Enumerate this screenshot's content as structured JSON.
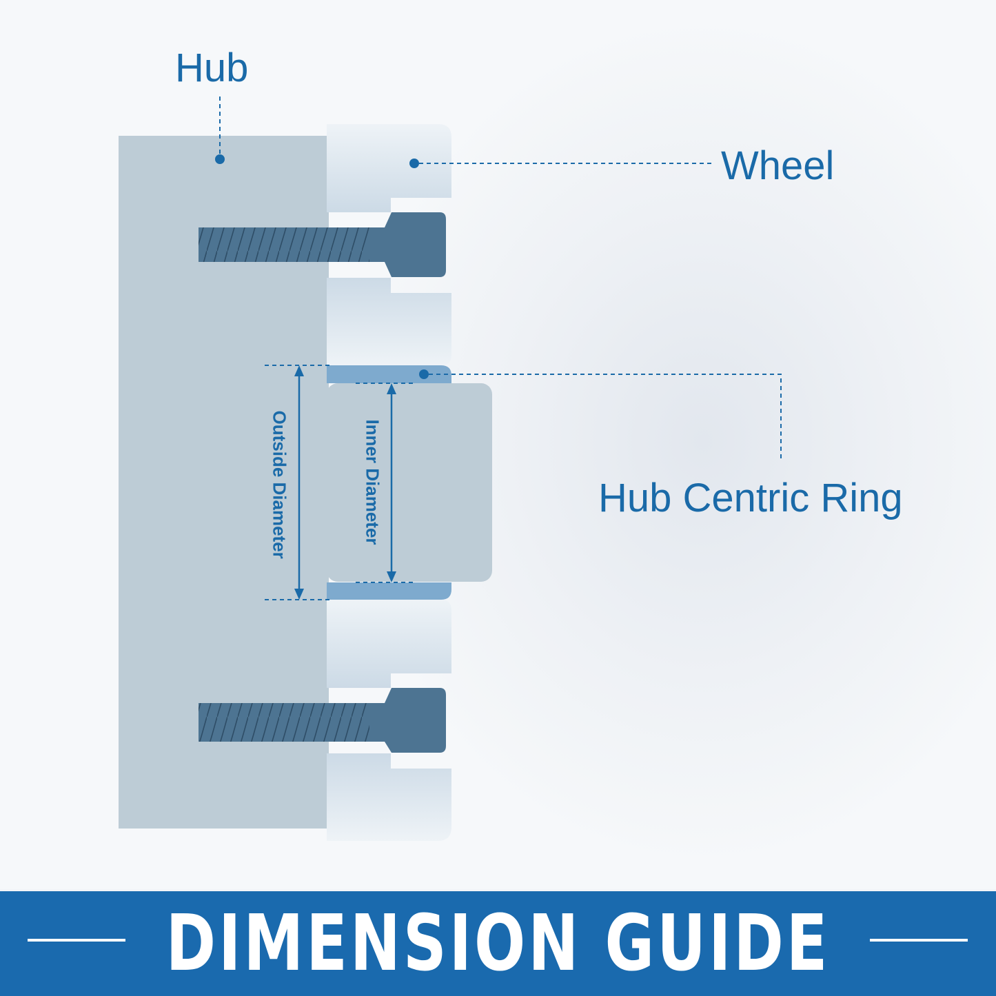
{
  "labels": {
    "hub": "Hub",
    "wheel": "Wheel",
    "ring": "Hub Centric Ring",
    "outside_diameter": "Outside Diameter",
    "inner_diameter": "Inner Diameter"
  },
  "banner": {
    "title": "DIMENSION GUIDE"
  },
  "colors": {
    "accent": "#1a6aa8",
    "banner": "#1a6aae",
    "hub": "#bdccd6",
    "wheel": "#d5e0ea",
    "ring": "#7eaace",
    "bolt": "#4d7492"
  },
  "icons": {
    "bolt": "bolt-icon"
  }
}
